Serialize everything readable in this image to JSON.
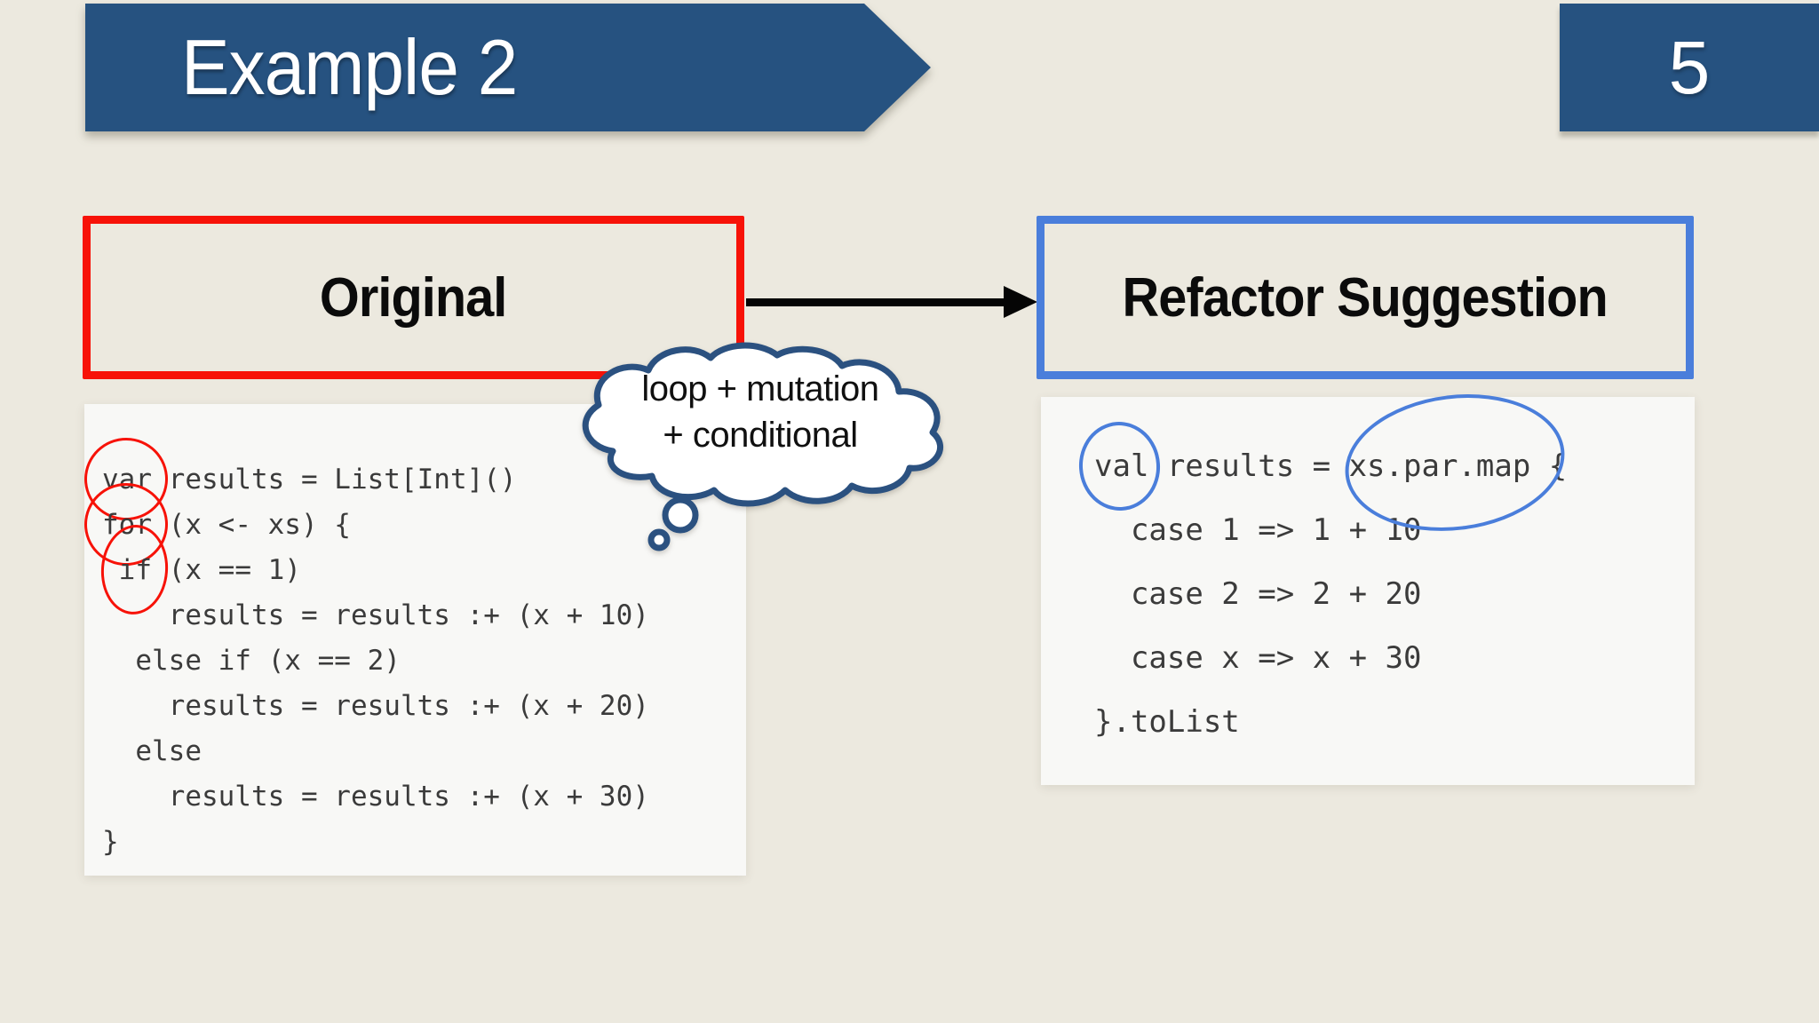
{
  "slide": {
    "title": "Example 2",
    "page_number": "5",
    "original_label": "Original",
    "refactor_label": "Refactor Suggestion",
    "cloud": {
      "line1": "loop + mutation",
      "line2": "+ conditional"
    },
    "code_left": {
      "lines": [
        {
          "pre": "",
          "mark": "var",
          "post": " results = List[Int]()"
        },
        {
          "pre": "",
          "mark": "for",
          "post": " (x <- xs) {"
        },
        {
          "pre": " ",
          "mark": "if",
          "post": " (x == 1)"
        },
        {
          "text": "    results = results :+ (x + 10)"
        },
        {
          "text": "  else if (x == 2)"
        },
        {
          "text": "    results = results :+ (x + 20)"
        },
        {
          "text": "  else"
        },
        {
          "text": "    results = results :+ (x + 30)"
        },
        {
          "text": "}"
        }
      ]
    },
    "code_right": {
      "lines": [
        {
          "mark": "val",
          "mid": " results = xs",
          "mark2": ".par.map",
          "post": " {"
        },
        {
          "text": "  case 1 => 1 + 10"
        },
        {
          "text": "  case 2 => 2 + 20"
        },
        {
          "text": "  case x => x + 30"
        },
        {
          "text": "}.toList"
        }
      ]
    },
    "colors": {
      "navy": "#265280",
      "red": "#f71208",
      "blue": "#4a7edb",
      "bg": "#ece9df",
      "code_bg": "#f8f8f6",
      "code_text": "#3b3b3b",
      "cloud_stroke": "#2b5180"
    }
  }
}
